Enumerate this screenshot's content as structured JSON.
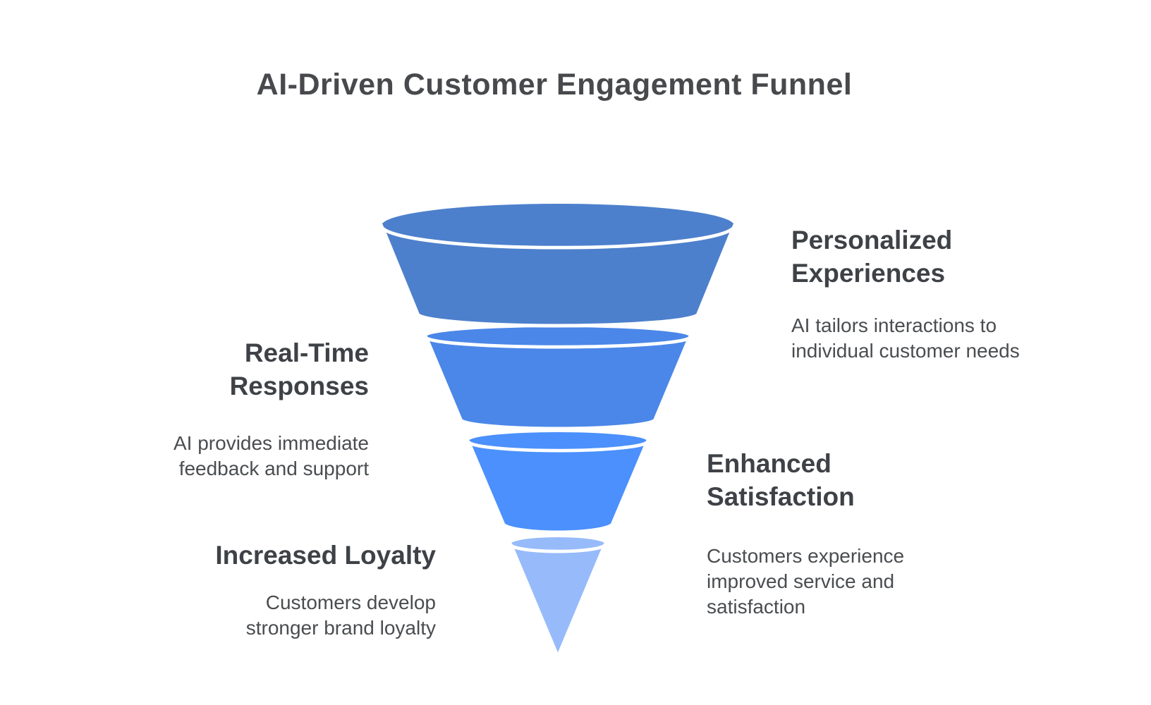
{
  "title": "AI-Driven Customer Engagement Funnel",
  "colors": {
    "background": "#ffffff",
    "title_text": "#47494c",
    "heading_text": "#3e4247",
    "description_text": "#4a4d50",
    "separator_lines": "#ffffff",
    "stage_1": "#4d80cc",
    "stage_2": "#4b87e8",
    "stage_3": "#4b90fc",
    "stage_4": "#97bbfa"
  },
  "funnel": {
    "segments": [
      {
        "label": "Personalized Experiences",
        "description": "AI tailors interactions to individual customer needs",
        "color": "#4d80cc",
        "label_side": "right"
      },
      {
        "label": "Real-Time Responses",
        "description": "AI provides immediate feedback and support",
        "color": "#4b87e8",
        "label_side": "left"
      },
      {
        "label": "Enhanced Satisfaction",
        "description": "Customers experience improved service and satisfaction",
        "color": "#4b90fc",
        "label_side": "right"
      },
      {
        "label": "Increased Loyalty",
        "description": "Customers develop stronger brand loyalty",
        "color": "#97bbfa",
        "label_side": "left"
      }
    ]
  }
}
